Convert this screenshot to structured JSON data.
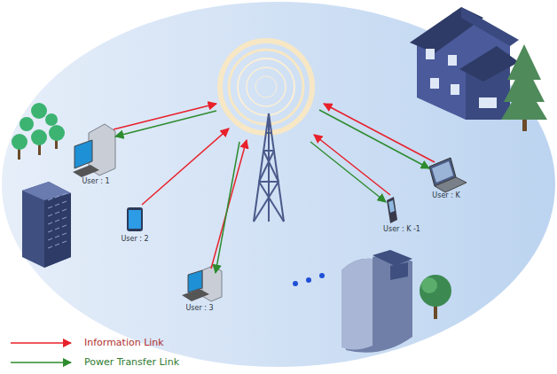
{
  "diagram": {
    "labels": [
      "User : 1",
      "User : 2",
      "User : 3",
      "User : K -1",
      "User : K"
    ],
    "legend": [
      {
        "text": "Information Link"
      },
      {
        "text": "Power Transfer Link"
      }
    ]
  }
}
